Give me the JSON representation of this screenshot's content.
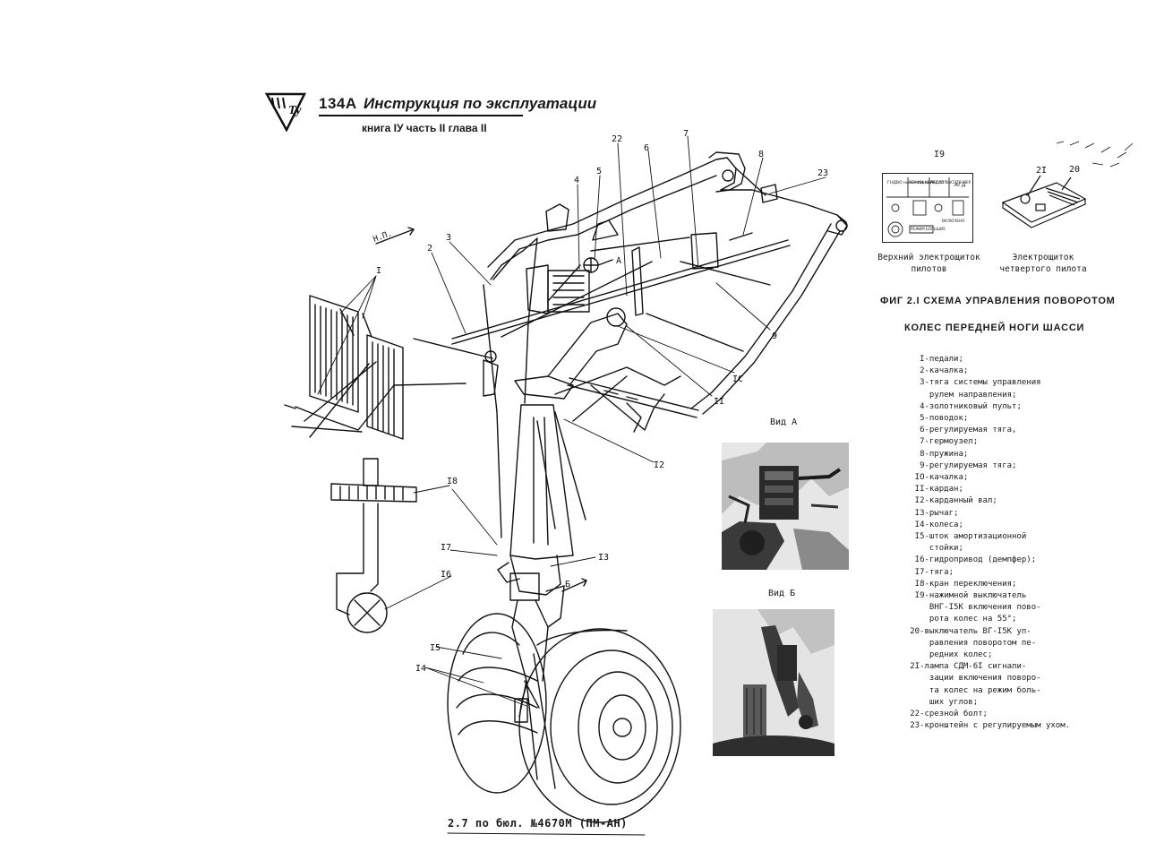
{
  "header": {
    "logo_text": "Ту",
    "model": "134А",
    "title": "Инструкция по эксплуатации",
    "subtitle": "книга IУ часть II глава II"
  },
  "diagram": {
    "callouts": [
      "I",
      "2",
      "3",
      "4",
      "5",
      "6",
      "7",
      "8",
      "9",
      "IC",
      "II",
      "I2",
      "I3",
      "I4",
      "I5",
      "I6",
      "I7",
      "I8",
      "I9",
      "20",
      "2I",
      "22",
      "23"
    ],
    "direction_labels": {
      "np": "Н.П.",
      "a": "А",
      "b": "Б"
    }
  },
  "views": {
    "a_label": "Вид А",
    "b_label": "Вид Б"
  },
  "pilot_panel": {
    "callout": "I9",
    "caption": "Верхний электрощиток пилотов",
    "cells": [
      "ГНДВО ниже подсвет",
      "РЕЖИМ КОЛЕС 55°",
      "РАДИО ВЫСОТО МЕР",
      "АГД"
    ],
    "bottom_labels": [
      "РЕЖИМ БОЛЬШИХ",
      "ВКЛЮЧЕНО"
    ]
  },
  "flight_eng_panel": {
    "callouts": [
      "2I",
      "20"
    ],
    "caption": "Электрощиток четвертого пилота"
  },
  "figure": {
    "title_line1": "ФИГ 2.I  СХЕМА  УПРАВЛЕНИЯ  ПОВОРОТОМ",
    "title_line2": "КОЛЕС  ПЕРЕДНЕЙ  НОГИ  ШАССИ"
  },
  "legend": [
    "     I-педали;",
    "     2-качалка;",
    "     3-тяга системы управления",
    "       рулем направления;",
    "     4-золотниковый пульт;",
    "     5-поводок;",
    "     6-регулируемая тяга,",
    "     7-гермоузел;",
    "     8-пружина;",
    "     9-регулируемая тяга;",
    "    IO-качалка;",
    "    II-кардан;",
    "    I2-карданный вал;",
    "    I3-рычаг;",
    "    I4-колеса;",
    "    I5-шток амортизационной",
    "       стойки;",
    "    I6-гидропривод (демпфер);",
    "    I7-тяга;",
    "    I8-кран переключения;",
    "    I9-нажимной выключатель",
    "       ВНГ-I5К включения пово-",
    "       рота колес на 55°;",
    "   20-выключатель ВГ-I5К уп-",
    "       равления поворотом пе-",
    "       редних колес;",
    "   2I-лампа СДМ-6I сигнали-",
    "       зации включения поворо-",
    "       та колес на режим боль-",
    "       ших углов;",
    "   22-срезной болт;",
    "   23-кронштейн с регулируемым ухом."
  ],
  "footer": {
    "note": "2.7     по бюл. №4670М (ПМ-АН)"
  }
}
